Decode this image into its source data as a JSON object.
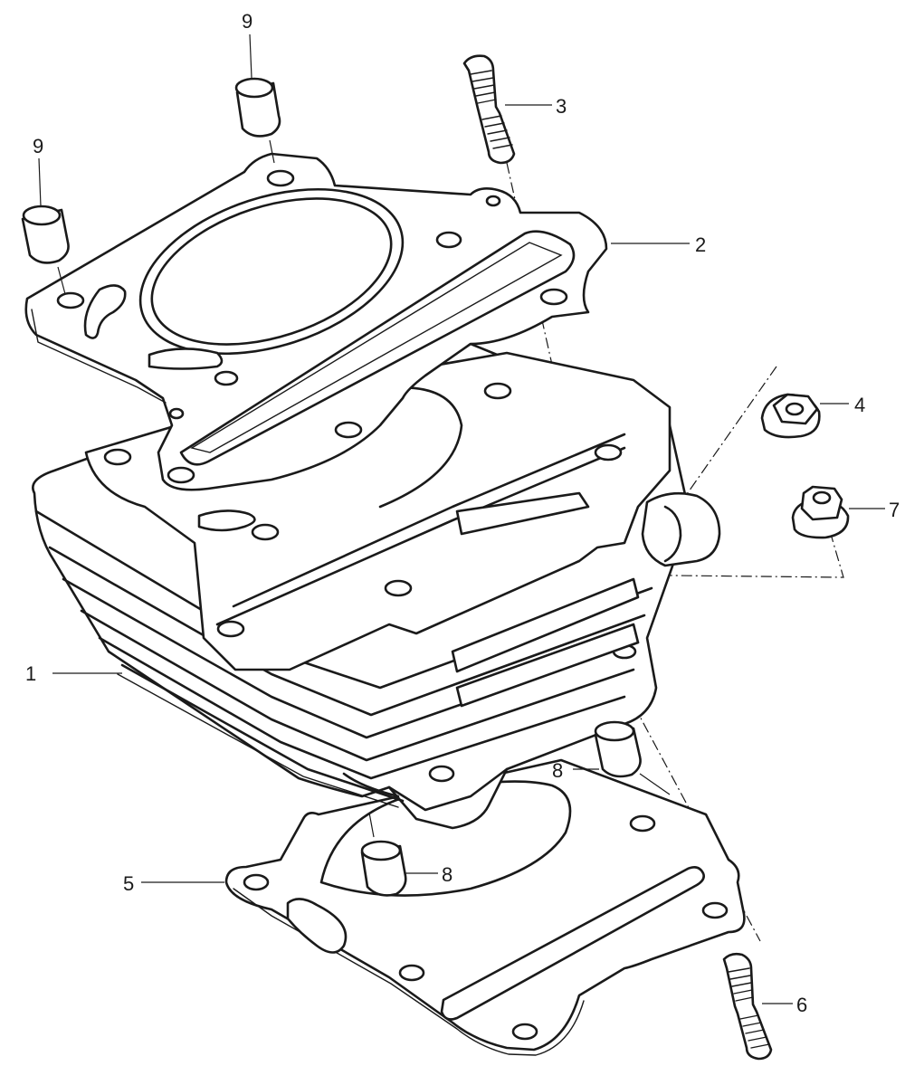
{
  "callouts": [
    {
      "id": "c1",
      "label": "1"
    },
    {
      "id": "c2",
      "label": "2"
    },
    {
      "id": "c3",
      "label": "3"
    },
    {
      "id": "c4",
      "label": "4"
    },
    {
      "id": "c5",
      "label": "5"
    },
    {
      "id": "c6",
      "label": "6"
    },
    {
      "id": "c7",
      "label": "7"
    },
    {
      "id": "c8a",
      "label": "8"
    },
    {
      "id": "c8b",
      "label": "8"
    },
    {
      "id": "c9a",
      "label": "9"
    },
    {
      "id": "c9b",
      "label": "9"
    }
  ],
  "colors": {
    "ink": "#1a1a1a",
    "paper": "#ffffff"
  }
}
